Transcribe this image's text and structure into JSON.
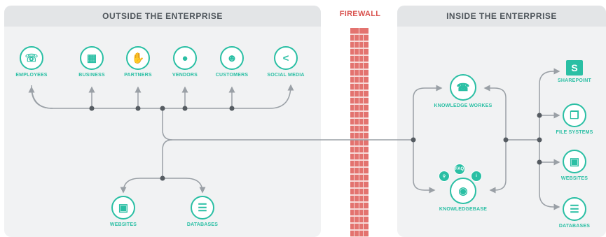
{
  "outside": {
    "title": "OUTSIDE THE ENTERPRISE",
    "sources": [
      {
        "label": "EMPLOYEES",
        "icon": "headset-icon"
      },
      {
        "label": "BUSINESS",
        "icon": "building-icon"
      },
      {
        "label": "PARTNERS",
        "icon": "handshake-icon"
      },
      {
        "label": "VENDORS",
        "icon": "person-icon"
      },
      {
        "label": "CUSTOMERS",
        "icon": "group-icon"
      },
      {
        "label": "SOCIAL MEDIA",
        "icon": "share-icon"
      }
    ],
    "outputs": [
      {
        "label": "WEBSITES",
        "icon": "monitor-icon"
      },
      {
        "label": "DATABASES",
        "icon": "database-icon"
      }
    ]
  },
  "firewall": {
    "label": "FIREWALL"
  },
  "inside": {
    "title": "INSIDE THE ENTERPRISE",
    "knowledge_workers": {
      "label": "KNOWLEDGE WORKES",
      "icon": "agent-icon"
    },
    "knowledgebase": {
      "label": "KNOWLEDGEBASE",
      "icon": "brain-icon",
      "badges": [
        "FAQ"
      ]
    },
    "repositories": [
      {
        "label": "SHAREPOINT",
        "icon": "sharepoint-icon"
      },
      {
        "label": "FILE SYSTEMS",
        "icon": "files-icon"
      },
      {
        "label": "WEBSITES",
        "icon": "monitor-icon"
      },
      {
        "label": "DATABASES",
        "icon": "database-icon"
      }
    ]
  },
  "colors": {
    "accent": "#2abfa4",
    "firewall": "#d9534f",
    "connector": "#9aa0a6"
  }
}
